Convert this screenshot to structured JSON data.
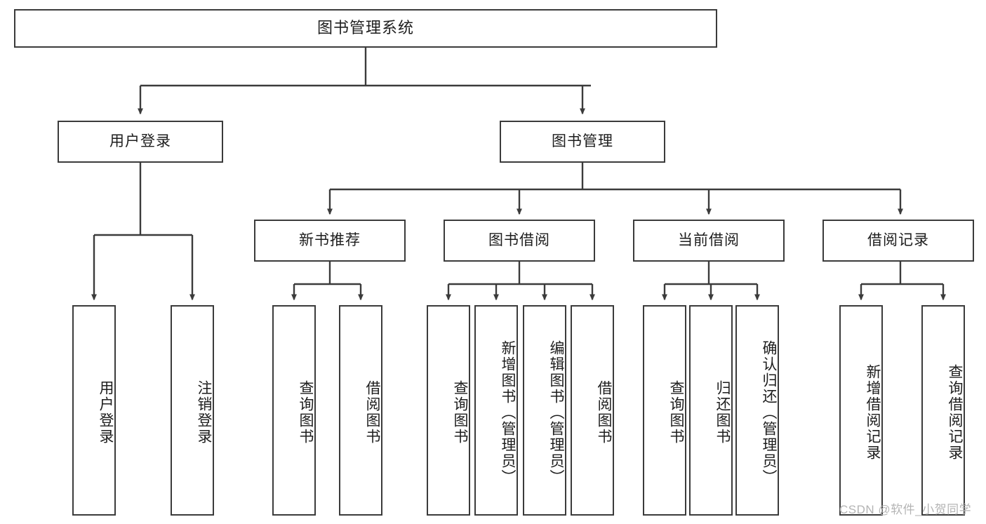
{
  "diagram": {
    "title": "图书管理系统",
    "type": "tree-hierarchy",
    "root": {
      "label": "图书管理系统"
    },
    "level2": [
      {
        "id": "user-login",
        "label": "用户登录"
      },
      {
        "id": "book-management",
        "label": "图书管理"
      }
    ],
    "level3": [
      {
        "id": "new-book-recommend",
        "label": "新书推荐"
      },
      {
        "id": "book-borrow",
        "label": "图书借阅"
      },
      {
        "id": "current-borrow",
        "label": "当前借阅"
      },
      {
        "id": "borrow-record",
        "label": "借阅记录"
      }
    ],
    "leaves": {
      "user_login": [
        {
          "id": "leaf-user-login",
          "label": "用户登录"
        },
        {
          "id": "leaf-logout-login",
          "label": "注销登录"
        }
      ],
      "new_book_recommend": [
        {
          "id": "leaf-query-book-1",
          "label": "查询图书"
        },
        {
          "id": "leaf-borrow-book-1",
          "label": "借阅图书"
        }
      ],
      "book_borrow": [
        {
          "id": "leaf-query-book-2",
          "label": "查询图书"
        },
        {
          "id": "leaf-add-book-admin",
          "label": "新增图书（管理员）"
        },
        {
          "id": "leaf-edit-book-admin",
          "label": "编辑图书（管理员）"
        },
        {
          "id": "leaf-borrow-book-2",
          "label": "借阅图书"
        }
      ],
      "current_borrow": [
        {
          "id": "leaf-query-book-3",
          "label": "查询图书"
        },
        {
          "id": "leaf-return-book",
          "label": "归还图书"
        },
        {
          "id": "leaf-confirm-return-admin",
          "label": "确认归还（管理员）"
        }
      ],
      "borrow_record": [
        {
          "id": "leaf-add-borrow-record",
          "label": "新增借阅记录"
        },
        {
          "id": "leaf-query-borrow-record",
          "label": "查询借阅记录"
        }
      ]
    },
    "colors": {
      "stroke": "#3b3b3b",
      "fill": "#ffffff",
      "text": "#1d1d1d",
      "watermark": "#b4b4b4"
    }
  },
  "watermark": {
    "text": "CSDN @软件_小贺同学"
  }
}
